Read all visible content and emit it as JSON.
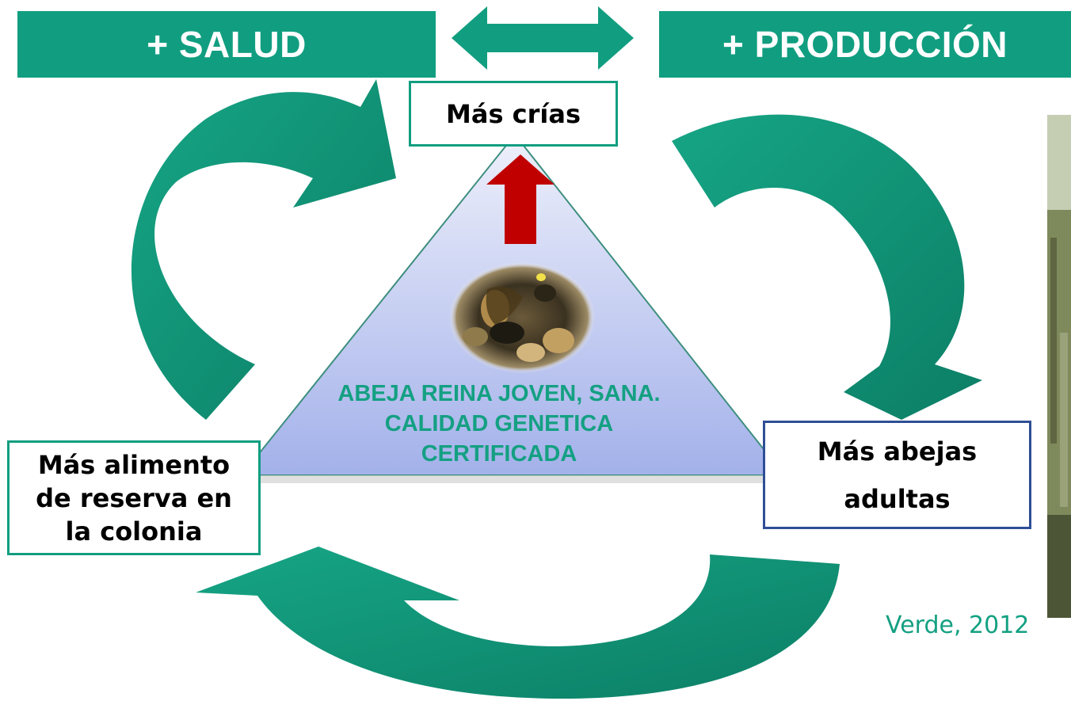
{
  "header": {
    "salud": "+ SALUD",
    "produccion": "+ PRODUCCIÓN"
  },
  "boxes": {
    "mas_crias": "Más crías",
    "mas_abejas": "Más abejas adultas",
    "mas_alimento": "Más alimento de reserva en la colonia"
  },
  "center": {
    "queen_text": "ABEJA REINA JOVEN, SANA. CALIDAD GENETICA CERTIFICADA"
  },
  "citation": "Verde, 2012",
  "colors": {
    "green": "#119e80",
    "dark_green": "#0b7e64",
    "red_arrow": "#c00000",
    "box_blue": "#2e4e95"
  },
  "icons": {
    "queen_photo": "queen-bee-photo",
    "double_arrow": "double-arrow-icon",
    "up_arrow": "up-arrow-icon"
  }
}
